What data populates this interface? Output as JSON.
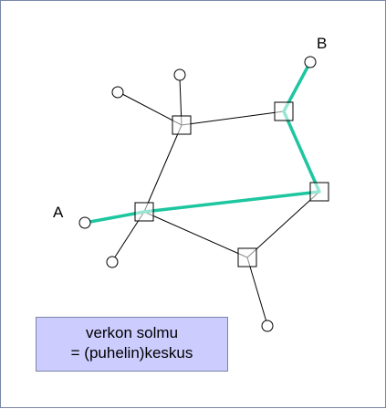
{
  "labels": {
    "endpoint_a": "A",
    "endpoint_b": "B"
  },
  "legend": {
    "line1": "verkon solmu",
    "line2": "= (puhelin)keskus"
  },
  "colors": {
    "route": "#1ec6a0",
    "legend_background": "#ccccff",
    "node_fill": "#ffffff",
    "stroke": "#000000",
    "frame_border": "#7a86a8"
  }
}
